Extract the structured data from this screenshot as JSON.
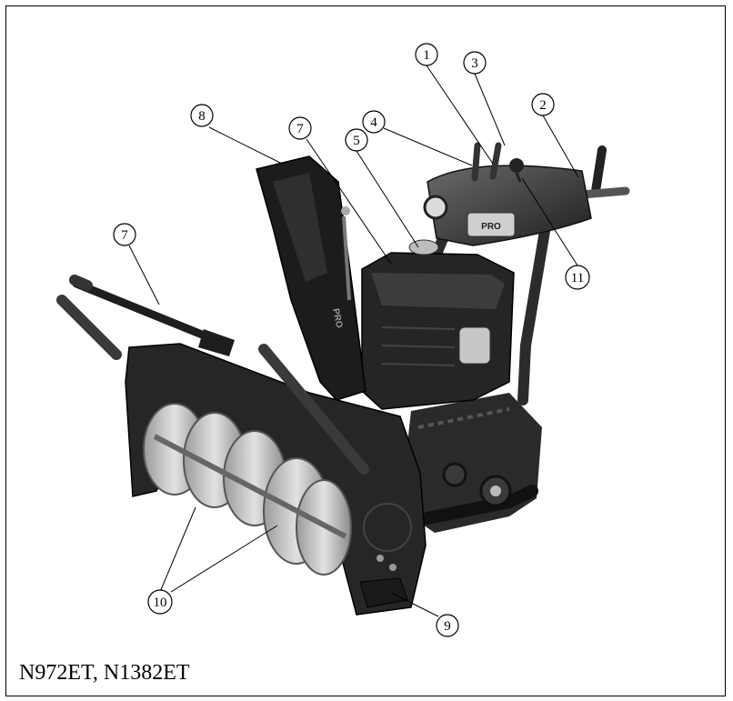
{
  "caption": "N972ET, N1382ET",
  "brand_mark": "PRO",
  "callouts": [
    {
      "id": "c1",
      "label": "1"
    },
    {
      "id": "c2",
      "label": "2"
    },
    {
      "id": "c3",
      "label": "3"
    },
    {
      "id": "c4",
      "label": "4"
    },
    {
      "id": "c5",
      "label": "5"
    },
    {
      "id": "c7a",
      "label": "7"
    },
    {
      "id": "c7b",
      "label": "7"
    },
    {
      "id": "c8",
      "label": "8"
    },
    {
      "id": "c9",
      "label": "9"
    },
    {
      "id": "c10",
      "label": "10"
    },
    {
      "id": "c11",
      "label": "11"
    }
  ]
}
